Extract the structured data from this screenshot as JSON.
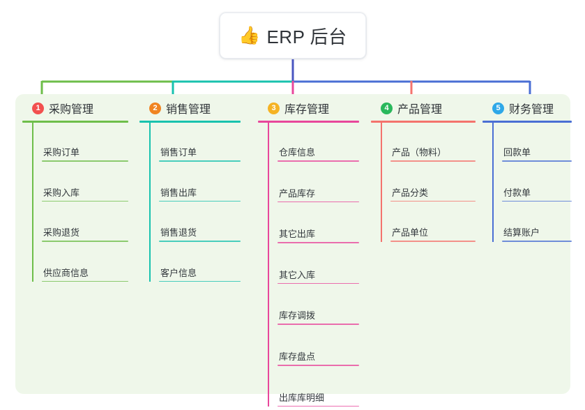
{
  "root": {
    "icon": "thumbs-up-icon",
    "emoji": "👍",
    "title": "ERP 后台"
  },
  "palette": {
    "panel_bg": "#eff7ea",
    "page_bg": "#ffffff",
    "text": "#2f3338",
    "root_line": "#4a56c0",
    "branch_colors": [
      "#6ebe4a",
      "#18c2ae",
      "#e8479b",
      "#f4736d",
      "#4a6fd4"
    ],
    "badge_colors": [
      "#f2504f",
      "#f08421",
      "#f5b324",
      "#2ab85c",
      "#2fa8e8"
    ]
  },
  "branches": [
    {
      "index": 1,
      "badge": "1",
      "title": "采购管理",
      "color": "#6ebe4a",
      "badge_color": "#f2504f",
      "items": [
        "采购订单",
        "采购入库",
        "采购退货",
        "供应商信息"
      ]
    },
    {
      "index": 2,
      "badge": "2",
      "title": "销售管理",
      "color": "#18c2ae",
      "badge_color": "#f08421",
      "items": [
        "销售订单",
        "销售出库",
        "销售退货",
        "客户信息"
      ]
    },
    {
      "index": 3,
      "badge": "3",
      "title": "库存管理",
      "color": "#e8479b",
      "badge_color": "#f5b324",
      "items": [
        "仓库信息",
        "产品库存",
        "其它出库",
        "其它入库",
        "库存调拨",
        "库存盘点",
        "出库库明细"
      ]
    },
    {
      "index": 4,
      "badge": "4",
      "title": "产品管理",
      "color": "#f4736d",
      "badge_color": "#2ab85c",
      "items": [
        "产品（物料）",
        "产品分类",
        "产品单位"
      ]
    },
    {
      "index": 5,
      "badge": "5",
      "title": "财务管理",
      "color": "#4a6fd4",
      "badge_color": "#2fa8e8",
      "items": [
        "回款单",
        "付款单",
        "结算账户"
      ]
    }
  ]
}
